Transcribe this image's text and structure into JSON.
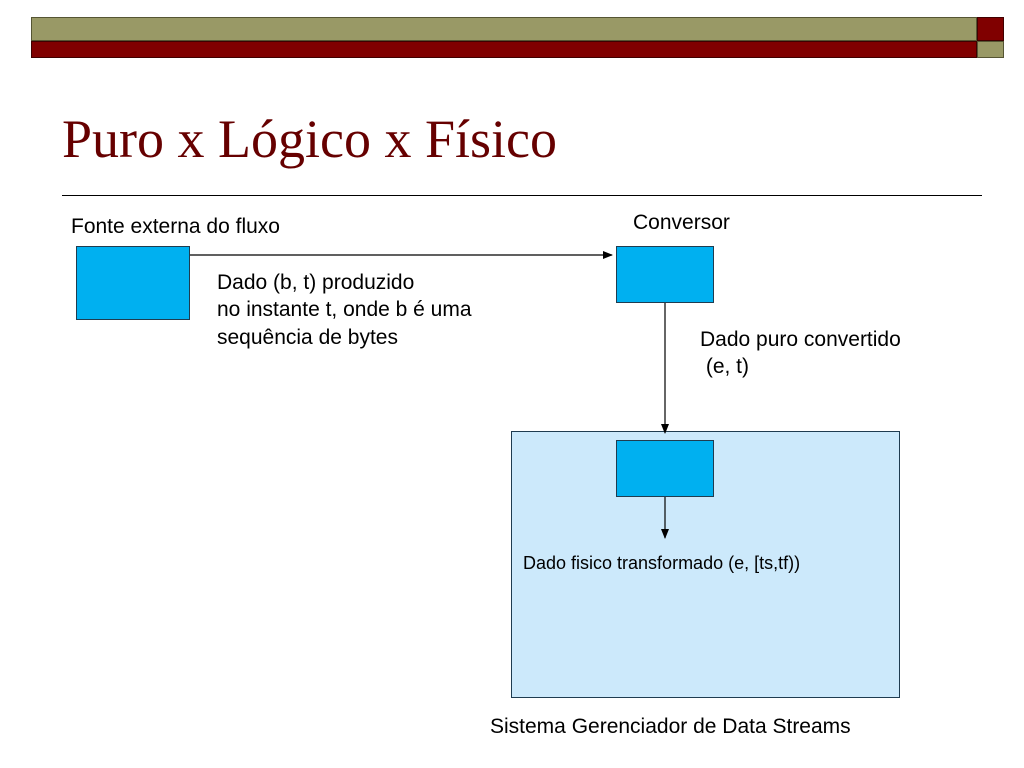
{
  "slide": {
    "title": "Puro x Lógico x Físico"
  },
  "diagram": {
    "source_label": "Fonte externa do fluxo",
    "converter_label": "Conversor",
    "produced_data_lines": [
      "Dado (b, t) produzido",
      "no instante t, onde b é uma",
      "sequência de bytes"
    ],
    "converted_data_lines": [
      "Dado puro convertido",
      " (e, t)"
    ],
    "physical_data_label": "Dado fisico transformado (e, [ts,tf))",
    "system_label": "Sistema Gerenciador de Data Streams"
  },
  "colors": {
    "title": "#660000",
    "bar_olive": "#999966",
    "bar_red": "#800000",
    "box_fill": "#00b0f0",
    "system_fill": "#cce9fb"
  }
}
